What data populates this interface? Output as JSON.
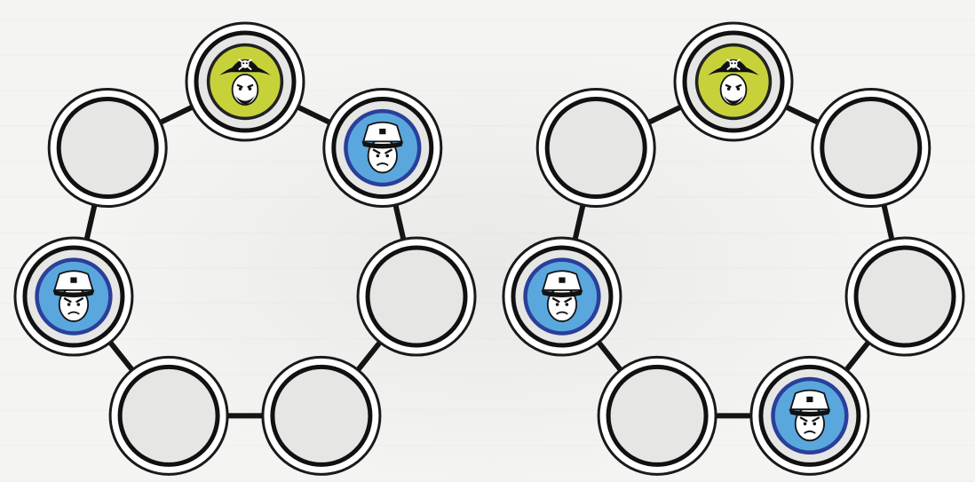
{
  "colors": {
    "pirate_bg": "#c7d23a",
    "pirate_ring": "#222222",
    "police_bg": "#5aa7de",
    "police_ring": "#2a3f9a",
    "empty_fill": "#e6e6e4",
    "edge": "#141414"
  },
  "puzzles": [
    {
      "id": "left-heptagon",
      "nodes": [
        {
          "id": 0,
          "token": "pirate"
        },
        {
          "id": 1,
          "token": "police"
        },
        {
          "id": 2,
          "token": "empty"
        },
        {
          "id": 3,
          "token": "empty"
        },
        {
          "id": 4,
          "token": "empty"
        },
        {
          "id": 5,
          "token": "police"
        },
        {
          "id": 6,
          "token": "empty"
        }
      ]
    },
    {
      "id": "right-heptagon",
      "nodes": [
        {
          "id": 0,
          "token": "pirate"
        },
        {
          "id": 1,
          "token": "empty"
        },
        {
          "id": 2,
          "token": "empty"
        },
        {
          "id": 3,
          "token": "police"
        },
        {
          "id": 4,
          "token": "empty"
        },
        {
          "id": 5,
          "token": "police"
        },
        {
          "id": 6,
          "token": "empty"
        }
      ]
    }
  ]
}
